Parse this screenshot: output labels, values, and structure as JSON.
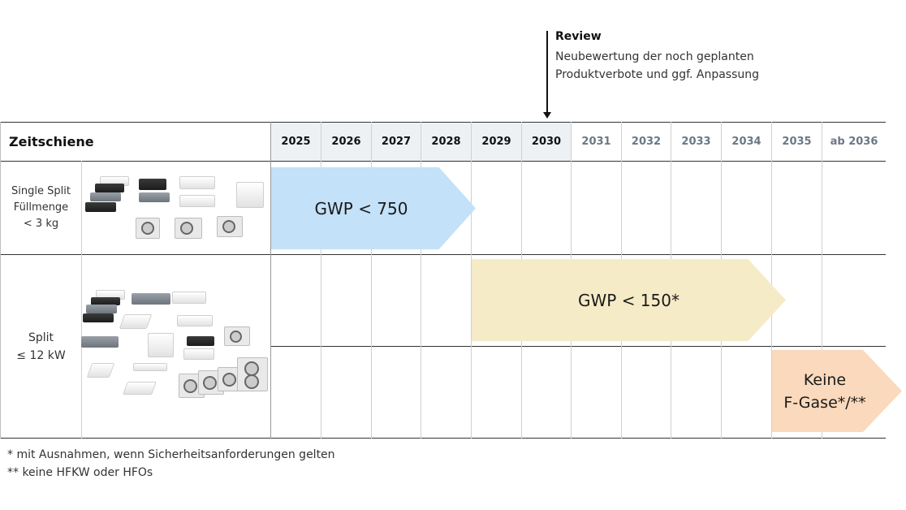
{
  "review": {
    "title": "Review",
    "lines": [
      "Neubewertung der noch geplanten",
      "Produktverbote und ggf. Anpassung"
    ]
  },
  "table": {
    "title": "Zeitschiene",
    "years": [
      "2025",
      "2026",
      "2027",
      "2028",
      "2029",
      "2030",
      "2031",
      "2032",
      "2033",
      "2034",
      "2035",
      "ab 2036"
    ]
  },
  "rows": {
    "single_split": [
      "Single Split",
      "Füllmenge",
      "< 3 kg"
    ],
    "split": [
      "Split",
      "≤ 12 kW"
    ]
  },
  "phases": {
    "gwp750": "GWP < 750",
    "gwp150": "GWP < 150*",
    "no_fgas": [
      "Keine",
      "F-Gase*/**"
    ]
  },
  "colors": {
    "gwp750": "#c3e1f8",
    "gwp150": "#f6ebc7",
    "no_fgas": "#fad9bc",
    "header_active_bg": "#eef1f4",
    "future_year_text": "#6a7886"
  },
  "footnotes": [
    "* mit Ausnahmen, wenn Sicherheitsanforderungen gelten",
    "** keine HFKW oder HFOs"
  ]
}
